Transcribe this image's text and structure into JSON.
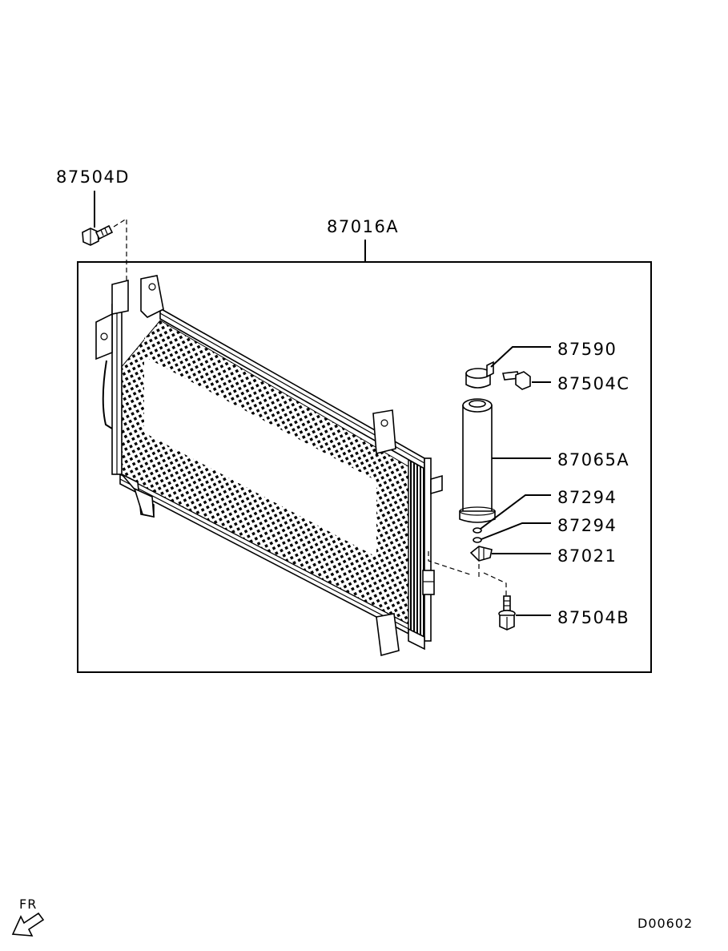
{
  "diagram": {
    "part_labels": {
      "bolt_top_left": "87504D",
      "condenser_assembly": "87016A",
      "bracket_clamp": "87590",
      "bolt_bracket": "87504C",
      "receiver_drier": "87065A",
      "o_ring_upper": "87294",
      "o_ring_lower": "87294",
      "plug": "87021",
      "bolt_bottom": "87504B"
    },
    "orientation_marker": "FR",
    "drawing_code": "D00602"
  }
}
